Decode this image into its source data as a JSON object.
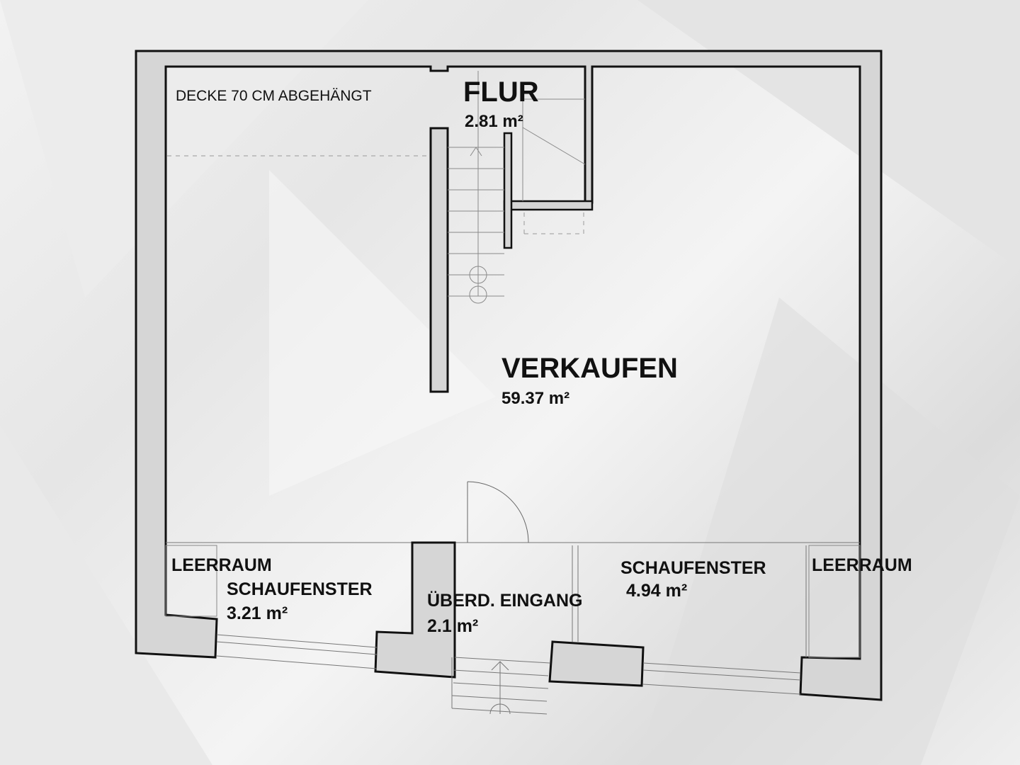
{
  "plan": {
    "note_ceiling": "DECKE 70 CM ABGEHÄNGT",
    "rooms": {
      "flur": {
        "name": "FLUR",
        "area": "2.81 m²"
      },
      "verkaufen": {
        "name": "VERKAUFEN",
        "area": "59.37 m²"
      },
      "schaufenster_left": {
        "name": "SCHAUFENSTER",
        "area": "3.21 m²"
      },
      "eingang": {
        "name": "ÜBERD. EINGANG",
        "area": "2.1 m²"
      },
      "schaufenster_right": {
        "name": "SCHAUFENSTER",
        "area": "4.94 m²"
      },
      "leerraum_left": {
        "name": "LEERRAUM"
      },
      "leerraum_right": {
        "name": "LEERRAUM"
      }
    },
    "colors": {
      "wall_fill": "#d6d6d6",
      "wall_stroke": "#111111",
      "thin_line": "#777777"
    }
  }
}
